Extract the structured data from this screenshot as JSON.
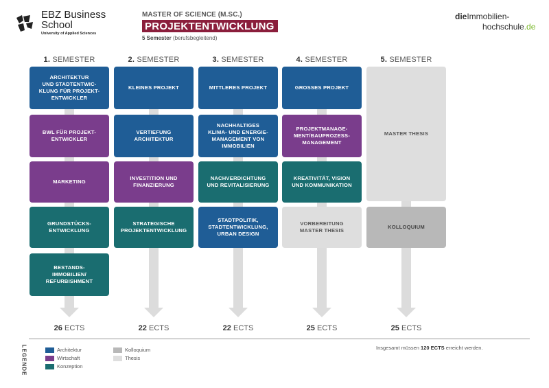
{
  "header": {
    "school_line1": "EBZ Business",
    "school_line2": "School",
    "school_sub": "University of Applied Sciences",
    "program_label": "MASTER OF SCIENCE (M.SC.)",
    "program_title": "PROJEKTENTWICKLUNG",
    "program_sub_bold": "5 Semester",
    "program_sub_rest": "(berufsbegleitend)",
    "brand_bold": "die",
    "brand_rest": "Immobilien-",
    "brand_line2": "hochschule",
    "brand_tld": ".de"
  },
  "colors": {
    "architektur": "#1f5d96",
    "wirtschaft": "#7a3d8c",
    "konzeption": "#1a6d70",
    "kolloquium": "#b8b8b8",
    "thesis": "#dedede",
    "arrow": "#dcdcdc",
    "title_bg": "#8b1e3c"
  },
  "semesters": [
    {
      "num": "1.",
      "label": "SEMESTER",
      "ects_num": "26",
      "ects_label": "ECTS"
    },
    {
      "num": "2.",
      "label": "SEMESTER",
      "ects_num": "22",
      "ects_label": "ECTS"
    },
    {
      "num": "3.",
      "label": "SEMESTER",
      "ects_num": "22",
      "ects_label": "ECTS"
    },
    {
      "num": "4.",
      "label": "SEMESTER",
      "ects_num": "25",
      "ects_label": "ECTS"
    },
    {
      "num": "5.",
      "label": "SEMESTER",
      "ects_num": "25",
      "ects_label": "ECTS"
    }
  ],
  "modules": [
    {
      "sem": 0,
      "text": "ARCHITEKTUR\nUND STADTENTWIC-\nKLUNG FÜR PROJEKT-\nENTWICKLER",
      "cat": "architektur"
    },
    {
      "sem": 0,
      "text": "BWL FÜR PROJEKT-\nENTWICKLER",
      "cat": "wirtschaft"
    },
    {
      "sem": 0,
      "text": "MARKETING",
      "cat": "wirtschaft"
    },
    {
      "sem": 0,
      "text": "GRUNDSTÜCKS-\nENTWICKLUNG",
      "cat": "konzeption"
    },
    {
      "sem": 0,
      "text": "BESTANDS-\nIMMOBILIEN/\nREFURBISHMENT",
      "cat": "konzeption"
    },
    {
      "sem": 1,
      "text": "KLEINES PROJEKT",
      "cat": "architektur"
    },
    {
      "sem": 1,
      "text": "VERTIEFUNG\nARCHITEKTUR",
      "cat": "architektur"
    },
    {
      "sem": 1,
      "text": "INVESTITION UND\nFINANZIERUNG",
      "cat": "wirtschaft"
    },
    {
      "sem": 1,
      "text": "STRATEGISCHE\nPROJEKTENTWICKLUNG",
      "cat": "konzeption"
    },
    {
      "sem": 2,
      "text": "MITTLERES PROJEKT",
      "cat": "architektur"
    },
    {
      "sem": 2,
      "text": "NACHHALTIGES\nKLIMA- UND ENERGIE-\nMANAGEMENT VON\nIMMOBILIEN",
      "cat": "architektur"
    },
    {
      "sem": 2,
      "text": "NACHVERDICHTUNG\nUND REVITALISIERUNG",
      "cat": "konzeption"
    },
    {
      "sem": 2,
      "text": "STADTPOLITIK,\nSTADTENTWICKLUNG,\nURBAN DESIGN",
      "cat": "architektur"
    },
    {
      "sem": 3,
      "text": "GROSSES PROJEKT",
      "cat": "architektur"
    },
    {
      "sem": 3,
      "text": "PROJEKTMANAGE-\nMENT/BAUPROZESS-\nMANAGEMENT",
      "cat": "wirtschaft"
    },
    {
      "sem": 3,
      "text": "KREATIVITÄT, VISION\nUND KOMMUNIKATION",
      "cat": "konzeption"
    },
    {
      "sem": 3,
      "text": "VORBEREITUNG\nMASTER THESIS",
      "cat": "thesis"
    },
    {
      "sem": 4,
      "text": "MASTER THESIS",
      "cat": "thesis"
    },
    {
      "sem": 4,
      "text": "KOLLOQUIUM",
      "cat": "kolloquium"
    }
  ],
  "legend": {
    "title": "LEGENDE",
    "items": [
      {
        "label": "Architektur",
        "cat": "architektur"
      },
      {
        "label": "Wirtschaft",
        "cat": "wirtschaft"
      },
      {
        "label": "Konzeption",
        "cat": "konzeption"
      },
      {
        "label": "Kolloquium",
        "cat": "kolloquium"
      },
      {
        "label": "Thesis",
        "cat": "thesis"
      }
    ]
  },
  "footer": {
    "total_pre": "Insgesamt müssen",
    "total_bold": "120 ECTS",
    "total_post": "erreicht werden."
  }
}
